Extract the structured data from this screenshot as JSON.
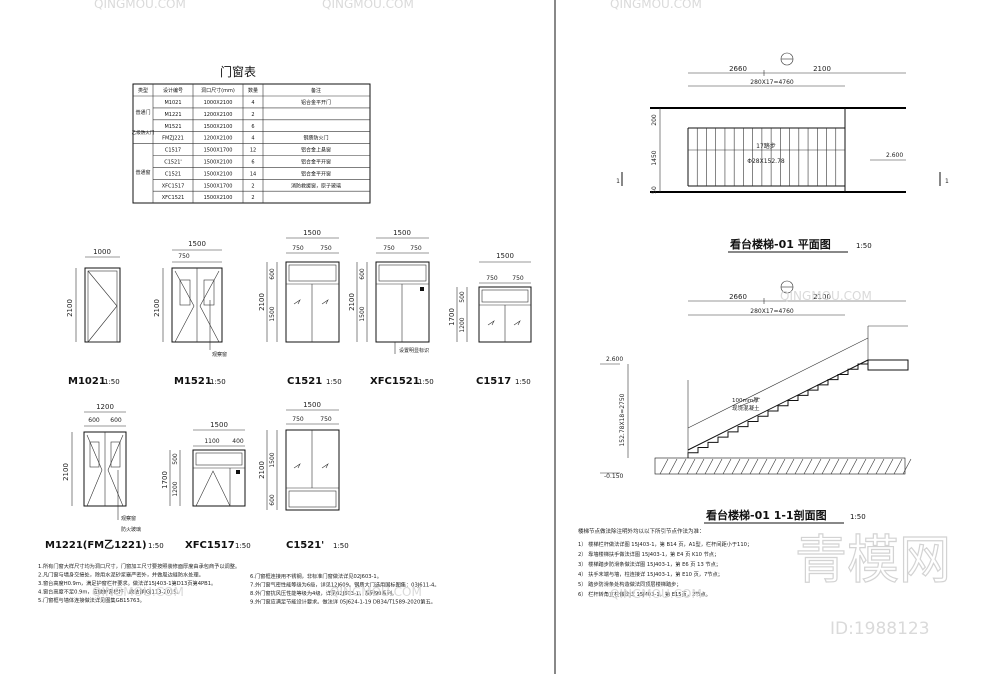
{
  "table": {
    "title": "门窗表",
    "headers": [
      "类型",
      "设计编号",
      "洞口尺寸(mm)",
      "数量",
      "备注"
    ],
    "groups": [
      "普通门",
      "乙级防火门",
      "普通窗"
    ],
    "rows": [
      [
        "M1021",
        "1000X2100",
        "4",
        "铝合金平开门"
      ],
      [
        "M1221",
        "1200X2100",
        "2",
        ""
      ],
      [
        "M1521",
        "1500X2100",
        "6",
        ""
      ],
      [
        "FMZJ221",
        "1200X2100",
        "4",
        "钢质防火门"
      ],
      [
        "C1517",
        "1500X1700",
        "12",
        "铝合金上悬窗"
      ],
      [
        "C1521'",
        "1500X2100",
        "6",
        "铝合金平开窗"
      ],
      [
        "C1521",
        "1500X2100",
        "14",
        "铝合金平开窗"
      ],
      [
        "XFC1517",
        "1500X1700",
        "2",
        "消防救援窗，原子玻璃"
      ],
      [
        "XFC1521",
        "1500X2100",
        "2",
        ""
      ]
    ]
  },
  "elevations": {
    "m1021": {
      "label": "M1021",
      "scale": "1:50",
      "w": "1000",
      "h": "2100"
    },
    "m1521": {
      "label": "M1521",
      "scale": "1:50",
      "w": "1500",
      "w2": "750",
      "h": "2100",
      "note": "观察窗"
    },
    "c1521": {
      "label": "C1521",
      "scale": "1:50",
      "w": "1500",
      "w1": "750",
      "w2": "750",
      "h1": "600",
      "h2": "1500",
      "h": "2100"
    },
    "xfc1521": {
      "label": "XFC1521",
      "scale": "1:50",
      "w": "1500",
      "w1": "750",
      "w2": "750",
      "h1": "600",
      "h2": "1500",
      "h": "2100",
      "note": "设置明显标识"
    },
    "c1517": {
      "label": "C1517",
      "scale": "1:50",
      "w": "1500",
      "w1": "750",
      "w2": "750",
      "h1": "500",
      "h2": "1200",
      "h": "1700"
    },
    "m1221": {
      "label": "M1221(FM乙1221)",
      "scale": "1:50",
      "w": "1200",
      "w1": "600",
      "w2": "600",
      "h": "2100",
      "note1": "观察窗",
      "note2": "防火玻璃"
    },
    "xfc1517": {
      "label": "XFC1517",
      "scale": "1:50",
      "w": "1500",
      "w1": "1100",
      "w2": "400",
      "h1": "500",
      "h2": "1200",
      "h": "1700"
    },
    "c1521p": {
      "label": "C1521'",
      "scale": "1:50",
      "w": "1500",
      "w1": "750",
      "w2": "750",
      "h1": "1500",
      "h2": "600",
      "h": "2100"
    }
  },
  "notes_left": [
    "1.所有门窗大样尺寸均为洞口尺寸，门窗加工尺寸要按照装修面厚度由承包商予以调整。",
    "2.凡门窗与墙身交接处，除用水泥砂浆塞严密外，并做周边缝防水处理。",
    "3.窗台高度H0.9m，满足护窗栏杆要求。做法详15J403-1第D13页第4PB1。",
    "4.窗台高度不足0.9m，应做护窗栏杆，做法详JGJ113-2015。",
    "5.门窗框与墙体连接做法详见图集GB15763。"
  ],
  "notes_mid": [
    "6.门窗框连接用不锈钢，非标准门窗做法详见02J603-1。",
    "7.外门窗气密性能等级为6级，详见12J609。钢质大门选用国标图集：03J611-4。",
    "8.外门窗抗风压性能等级为4级，详见02J603-1，系列90系列。",
    "9.外门窗应满足节能设计要求。做法详 05J624-1-19 DB34/T1589-2020第五。"
  ],
  "stair_plan": {
    "title": "看台楼梯-01  平面图",
    "scale": "1:50",
    "dim_left": "2660",
    "dim_right": "2100",
    "dim_total": "280X17=4760",
    "dim_v1": "200",
    "dim_v2": "1450",
    "dim_v3": "50",
    "label_up": "17踏步",
    "label_rail": "Φ28X152.78",
    "level": "2.600",
    "cut_mark": "1"
  },
  "stair_section": {
    "title": "看台楼梯-01  1-1剖面图",
    "scale": "1:50",
    "dim_left": "2660",
    "dim_right": "2100",
    "dim_total": "280X17=4760",
    "level_top": "2.600",
    "level_bottom": "-0.150",
    "dim_v": "152.78X18=2750",
    "note": "100mm厚",
    "note2": "现浇混凝土"
  },
  "stair_notes": {
    "title": "楼梯节点做法除注明外均以以下所引节点作法为准：",
    "items": [
      "1）  楼梯栏杆做法详图 15J403-1，第 B14 页，A1型，栏杆间距小于110；",
      "2）  靠墙楼梯扶手做法详图 15J403-1，第 E4 页 K10 节点；",
      "3）  楼梯踏步防滑条做法详图 15J403-1，第 E6 页 13 节点；",
      "4）  扶手末端与墙，柱连接详 15J403-1，第 E10 页，7节点；",
      "5）  踏步防滑条处构造做法同顶层楼梯踏步；",
      "6）  栏杆转角立柱做法详 15J403-1，第 E15页，2节点。"
    ]
  },
  "watermark": {
    "brand": "QINGMOU.COM",
    "cn": "青模网",
    "id": "ID:1988123"
  }
}
